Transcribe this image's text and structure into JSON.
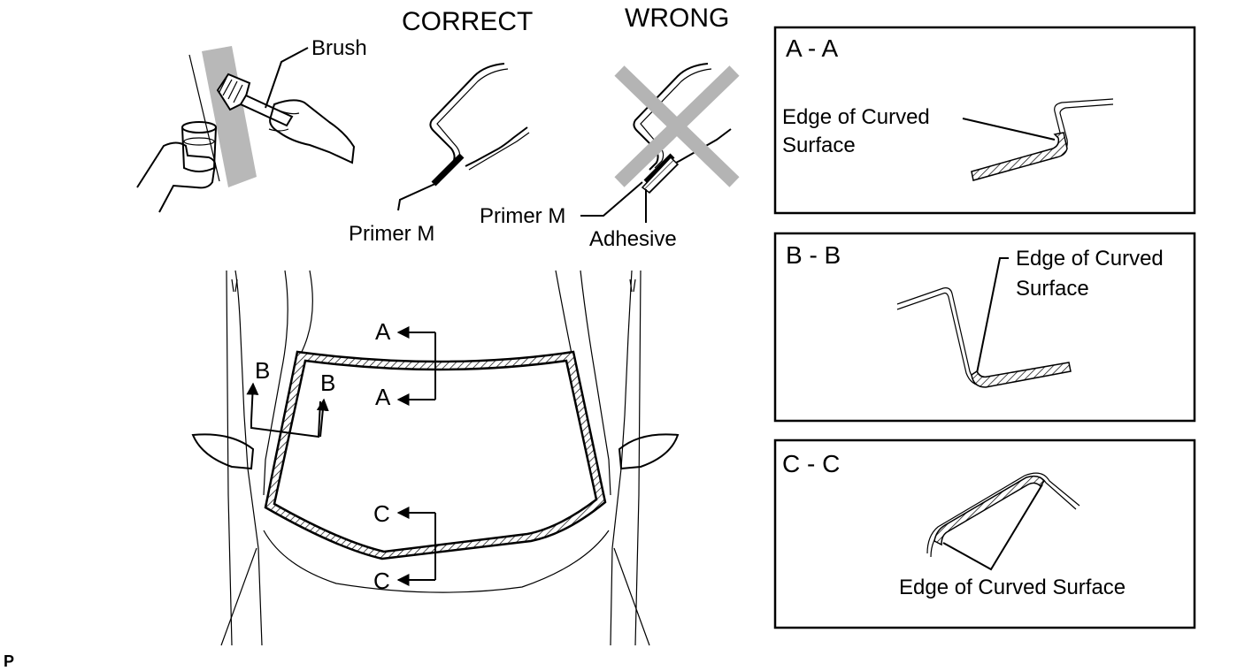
{
  "top": {
    "correct_title": "CORRECT",
    "wrong_title": "WRONG",
    "brush_label": "Brush",
    "correct_primer_label": "Primer M",
    "wrong_primer_label": "Primer M",
    "adhesive_label": "Adhesive"
  },
  "windshield": {
    "section_a_top": "A",
    "section_a_bottom": "A",
    "section_b_left": "B",
    "section_b_right": "B",
    "section_c_top": "C",
    "section_c_bottom": "C"
  },
  "panels": [
    {
      "title": "A - A",
      "note_line1": "Edge of Curved",
      "note_line2": "Surface"
    },
    {
      "title": "B - B",
      "note_line1": "Edge of Curved",
      "note_line2": "Surface"
    },
    {
      "title": "C - C",
      "note_line1": "Edge of Curved Surface"
    }
  ],
  "footer": {
    "code": "P"
  }
}
